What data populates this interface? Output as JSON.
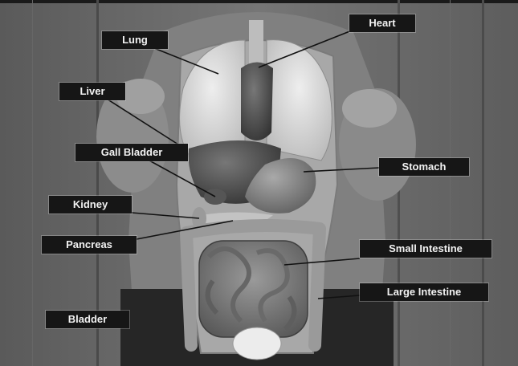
{
  "image": {
    "kind": "grayscale augmented-reality photo of human internal organs overlaid on a person's torso",
    "colors": {
      "background": "#6d6d6d",
      "label_bg": "#161616",
      "label_text": "#f2f2f2",
      "leader": "#111111"
    }
  },
  "labels": {
    "lung": "Lung",
    "heart": "Heart",
    "liver": "Liver",
    "gall_bladder": "Gall Bladder",
    "stomach": "Stomach",
    "kidney": "Kidney",
    "pancreas": "Pancreas",
    "small_intestine": "Small Intestine",
    "large_intestine": "Large Intestine",
    "bladder": "Bladder"
  }
}
